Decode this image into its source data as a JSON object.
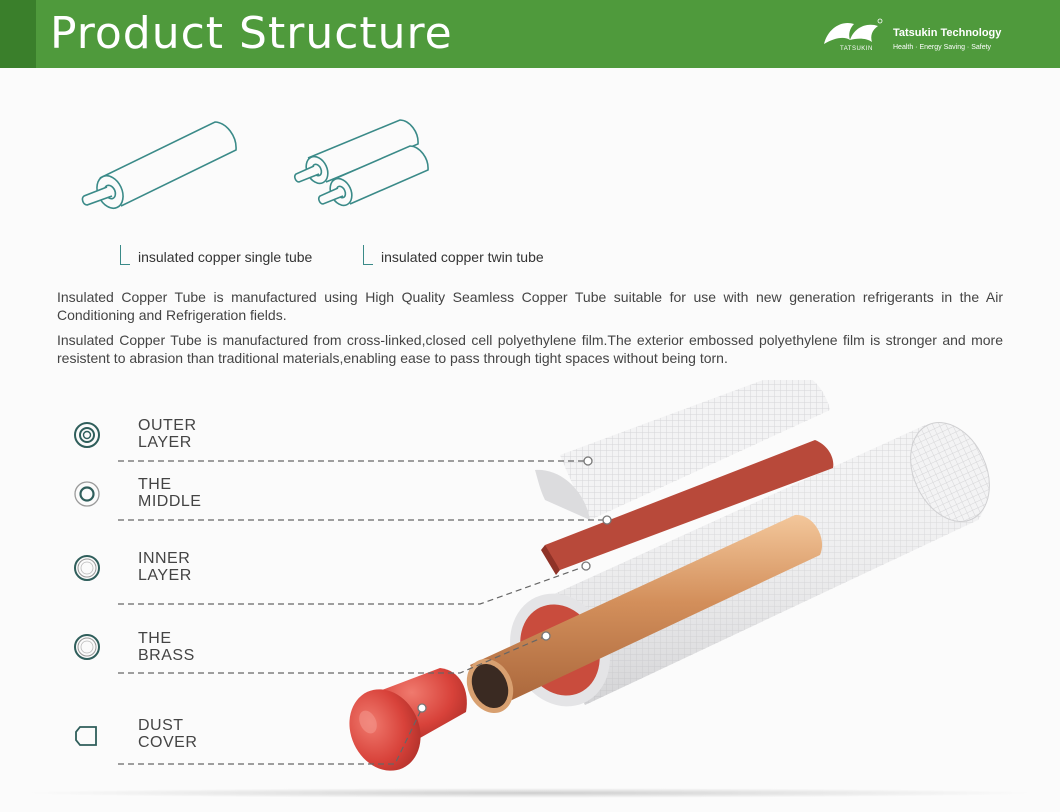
{
  "header": {
    "title": "Product Structure",
    "brand_name": "Tatsukin Technology",
    "brand_tagline": "Health · Energy Saving · Safety",
    "logo_text": "TATSUKIN",
    "green": "#4f9a3c"
  },
  "diagram_top": {
    "single_tube_caption": "insulated copper single tube",
    "twin_tube_caption": "insulated copper twin tube",
    "line_color": "#3a8a88"
  },
  "description": [
    "Insulated Copper Tube is manufactured using High Quality Seamless Copper Tube suitable for use with new generation refrigerants in the Air Conditioning and Refrigeration fields.",
    "Insulated Copper Tube is manufactured from cross-linked,closed cell polyethylene film.The exterior embossed polyethylene film is stronger and more resistent to abrasion than traditional materials,enabling ease to pass through tight spaces without being torn."
  ],
  "layers": [
    {
      "label": "OUTER LAYER",
      "icon": "outer-layer-icon"
    },
    {
      "label": "THE MIDDLE",
      "icon": "middle-layer-icon"
    },
    {
      "label": "INNER LAYER",
      "icon": "inner-layer-icon"
    },
    {
      "label": "THE BRASS",
      "icon": "brass-icon"
    },
    {
      "label": "DUST COVER",
      "icon": "dust-cover-icon"
    }
  ],
  "colors": {
    "foam": "#e9e9ea",
    "red_layer": "#b8493a",
    "copper": "#d6935d",
    "cap": "#d8423a"
  }
}
